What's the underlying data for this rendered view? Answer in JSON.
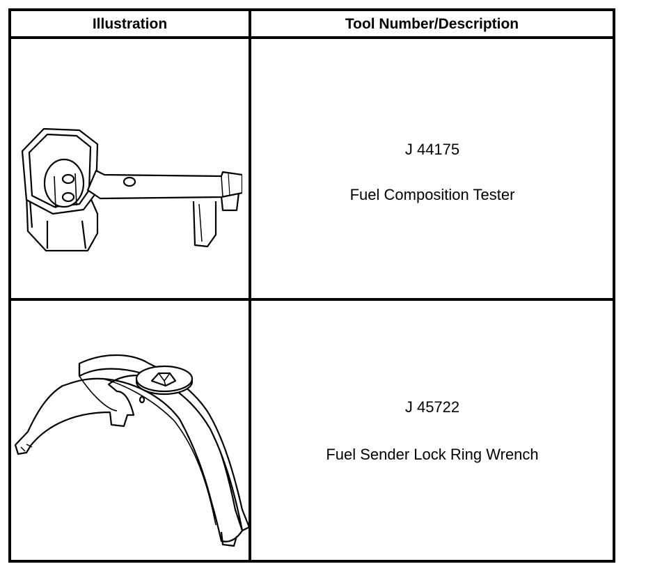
{
  "table": {
    "headers": {
      "illustration": "Illustration",
      "description": "Tool Number/Description"
    },
    "rows": [
      {
        "tool_number": "J 44175",
        "description": "Fuel Composition Tester",
        "illustration_icon": "fuel-composition-tester-icon"
      },
      {
        "tool_number": "J 45722",
        "description": "Fuel Sender Lock Ring Wrench",
        "illustration_icon": "lock-ring-wrench-icon"
      }
    ]
  },
  "colors": {
    "border": "#000000",
    "background": "#ffffff"
  }
}
